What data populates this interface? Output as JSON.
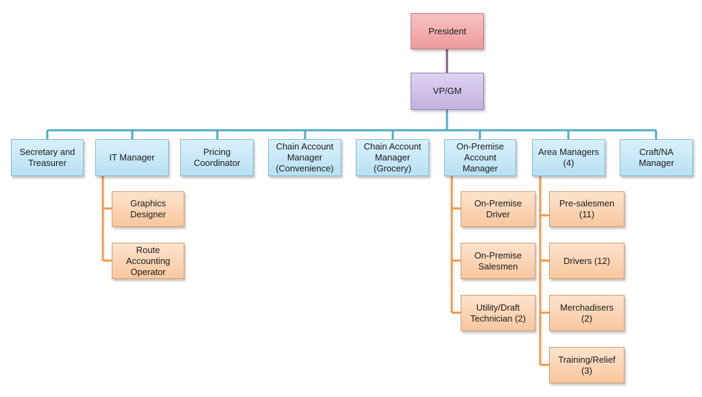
{
  "colors": {
    "top_line": "#7a5a86",
    "blue_line": "#4bacc6",
    "orange_line": "#f79646"
  },
  "president": "President",
  "vp": "VP/GM",
  "managers": [
    "Secretary and\nTreasurer",
    "IT Manager",
    "Pricing\nCoordinator",
    "Chain Account\nManager\n(Convenience)",
    "Chain Account\nManager\n(Grocery)",
    "On-Premise\nAccount\nManager",
    "Area Managers\n(4)",
    "Craft/NA\nManager"
  ],
  "it_reports": [
    "Graphics\nDesigner",
    "Route\nAccounting\nOperator"
  ],
  "on_premise_reports": [
    "On-Premise\nDriver",
    "On-Premise\nSalesmen",
    "Utility/Draft\nTechnician (2)"
  ],
  "area_reports": [
    "Pre-salesmen\n(11)",
    "Drivers (12)",
    "Merchadisers\n(2)",
    "Training/Relief\n(3)"
  ]
}
